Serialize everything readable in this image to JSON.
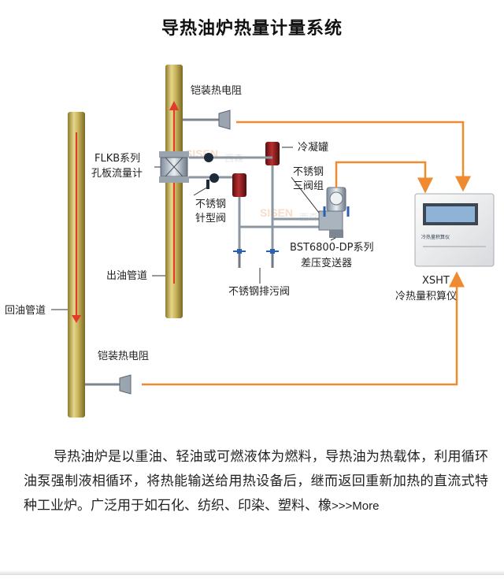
{
  "title": "导热油炉热量计量系统",
  "labels": {
    "rtd_top": "铠装热电阻",
    "flkb_line1": "FLKB系列",
    "flkb_line2": "孔板流量计",
    "condenser": "冷凝罐",
    "valve3_line1": "不锈钢",
    "valve3_line2": "三阀组",
    "needle_line1": "不锈钢",
    "needle_line2": "针型阀",
    "transmitter_line1": "BST6800-DP系列",
    "transmitter_line2": "差压变送器",
    "outlet_pipe": "出油管道",
    "drain_valve": "不锈钢排污阀",
    "xsht_line1": "XSHT",
    "xsht_line2": "冷热量积算仪",
    "return_pipe": "回油管道",
    "rtd_bottom": "铠装热电阻"
  },
  "watermarks": {
    "brand_top": "SISEN",
    "brand_top_cn": "西森",
    "brand_mid": "SISEN",
    "brand_mid_cn": "西森"
  },
  "device": {
    "panel_text": "冷热量积算仪"
  },
  "description": {
    "text": "导热油炉是以重油、轻油或可燃液体为燃料，导热油为热载体，利用循环油泵强制液相循环，将热能输送给用热设备后，继而返回重新加热的直流式特种工业炉。广泛用于如石化、纺织、印染、塑料、橡",
    "more_label": ">>>More"
  },
  "colors": {
    "pipe": "#c8b45a",
    "flow_arrow": "#e23a2a",
    "signal_line": "#f08a30",
    "condenser": "#8b1a1a"
  }
}
